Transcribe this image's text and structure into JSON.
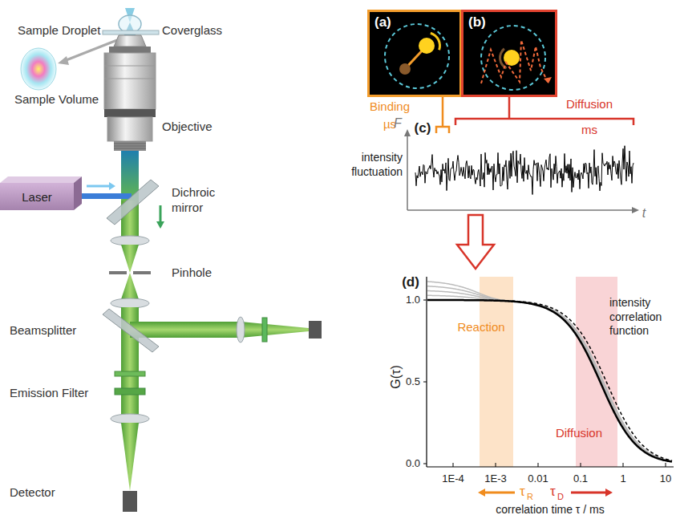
{
  "diagram": {
    "nodes": [
      {
        "text": [
          "Laser"
        ]
      },
      {
        "text": [
          "(a)"
        ]
      },
      {
        "text": [
          "(b)"
        ]
      }
    ],
    "labels": [
      "Sample Droplet",
      "Coverglass",
      "Sample Volume",
      "Objective",
      "Dichroic mirror",
      "Pinhole",
      "Beamsplitter",
      "Emission Filter",
      "Detector",
      "Binding",
      "µs",
      "Diffusion",
      "ms",
      "F",
      "(c)",
      "intensity fluctuation",
      "t",
      "(d)",
      "G(τ)",
      "1.0",
      "0.5",
      "0.0",
      "Reaction",
      "Diffusion",
      "intensity correlation function",
      "τ",
      "R",
      "τ",
      "D",
      "1E-4",
      "1E-3",
      "0.01",
      "0.1",
      "1",
      "10",
      "correlation time τ / ms"
    ]
  }
}
